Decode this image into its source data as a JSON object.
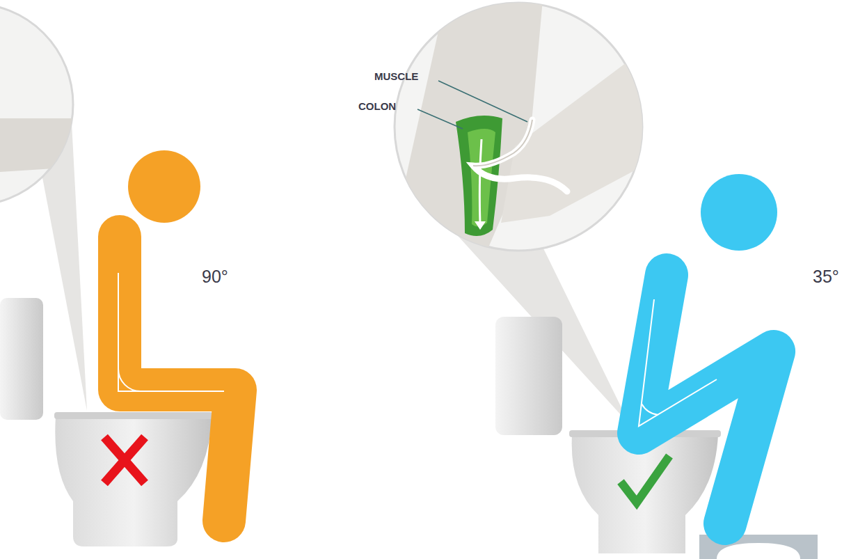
{
  "diagram": {
    "labels": [
      "MUSCLE",
      "COLON",
      "90°",
      "35°"
    ]
  }
}
